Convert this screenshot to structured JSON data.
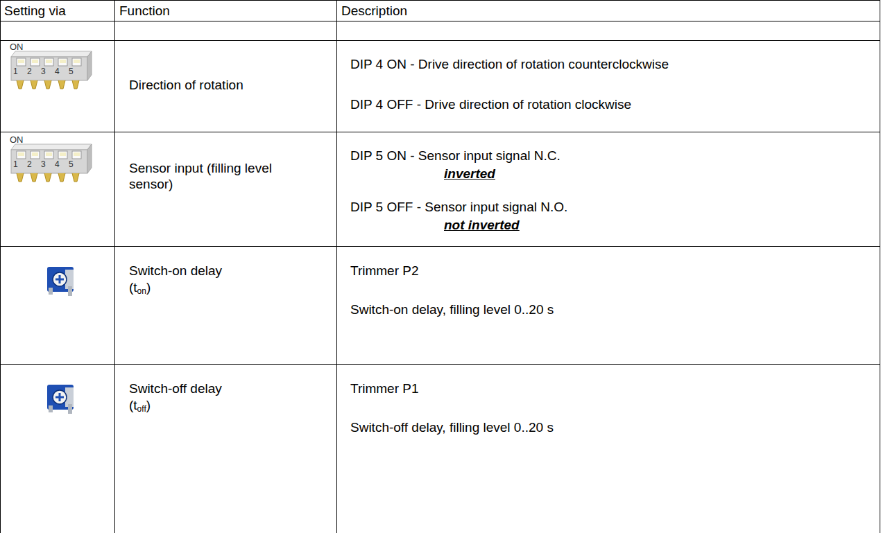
{
  "diagram": {
    "labels": [
      "Setting via",
      "Function",
      "Description",
      "ON",
      "1",
      "2",
      "3",
      "4",
      "5",
      "Direction of rotation",
      "DIP 4 ON - Drive direction of rotation counterclockwise",
      "DIP 4 OFF - Drive direction of rotation clockwise",
      "ON",
      "1",
      "2",
      "3",
      "4",
      "5",
      "Sensor input (filling level sensor)",
      "DIP 5 ON - Sensor input signal N.C.",
      "inverted",
      "DIP 5 OFF - Sensor input signal N.O.",
      "not inverted",
      "Switch-on delay",
      "(t",
      "on",
      ")",
      "Trimmer P2",
      "Switch-on delay, filling level 0..20 s",
      "Switch-off delay",
      "(t",
      "off",
      ")",
      "Trimmer P1",
      "Switch-off delay, filling level 0..20 s"
    ]
  }
}
